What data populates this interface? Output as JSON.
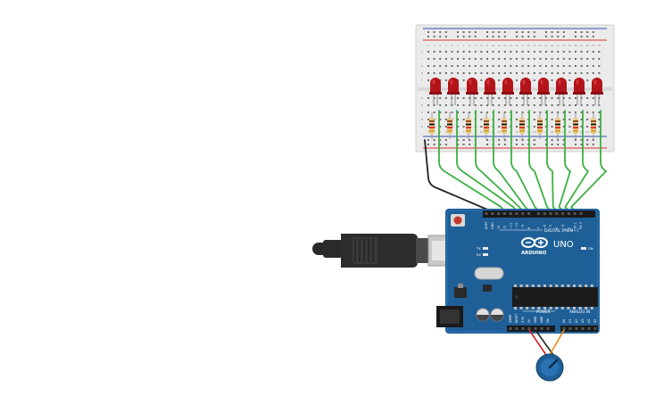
{
  "arduino": {
    "brand": "ARDUINO",
    "model": "UNO",
    "digital_label": "DIGITAL (PWM~)",
    "power_label": "POWER",
    "analog_label": "ANALOG IN",
    "tx_label": "TX",
    "rx_label": "RX",
    "on_label": "ON",
    "board_color": "#1f5f97",
    "header_pins_digital": [
      "AREF",
      "GND",
      "13",
      "12",
      "~11",
      "~10",
      "~9",
      "8",
      "7",
      "~6",
      "~5",
      "4",
      "~3",
      "2",
      "TX 1",
      "RX 0"
    ],
    "header_pins_power": [
      "IOREF",
      "RESET",
      "3.3V",
      "5V",
      "GND",
      "GND",
      "Vin"
    ],
    "header_pins_analog": [
      "A0",
      "A1",
      "A2",
      "A3",
      "A4",
      "A5"
    ]
  },
  "breadboard": {
    "column_numbers": [
      "1",
      "2",
      "3",
      "4",
      "5",
      "6",
      "7",
      "8",
      "9",
      "10",
      "11",
      "12",
      "13",
      "14",
      "15",
      "16",
      "17",
      "18",
      "19",
      "20",
      "21",
      "22",
      "23",
      "24",
      "25",
      "26",
      "27",
      "28",
      "29",
      "30"
    ],
    "row_letters_top": [
      "j",
      "i",
      "h",
      "g",
      "f"
    ],
    "row_letters_bottom": [
      "e",
      "d",
      "c",
      "b",
      "a"
    ]
  },
  "leds": {
    "count": 10,
    "color": "#b3141a"
  },
  "wires": {
    "digital_color": "#3cb043",
    "ground_color": "#222222",
    "power_color": "#e02020",
    "signal_color": "#f08a10"
  },
  "potentiometer": {
    "color": "#1f5f97"
  },
  "usb_cable": {
    "color": "#2a2a2a"
  }
}
